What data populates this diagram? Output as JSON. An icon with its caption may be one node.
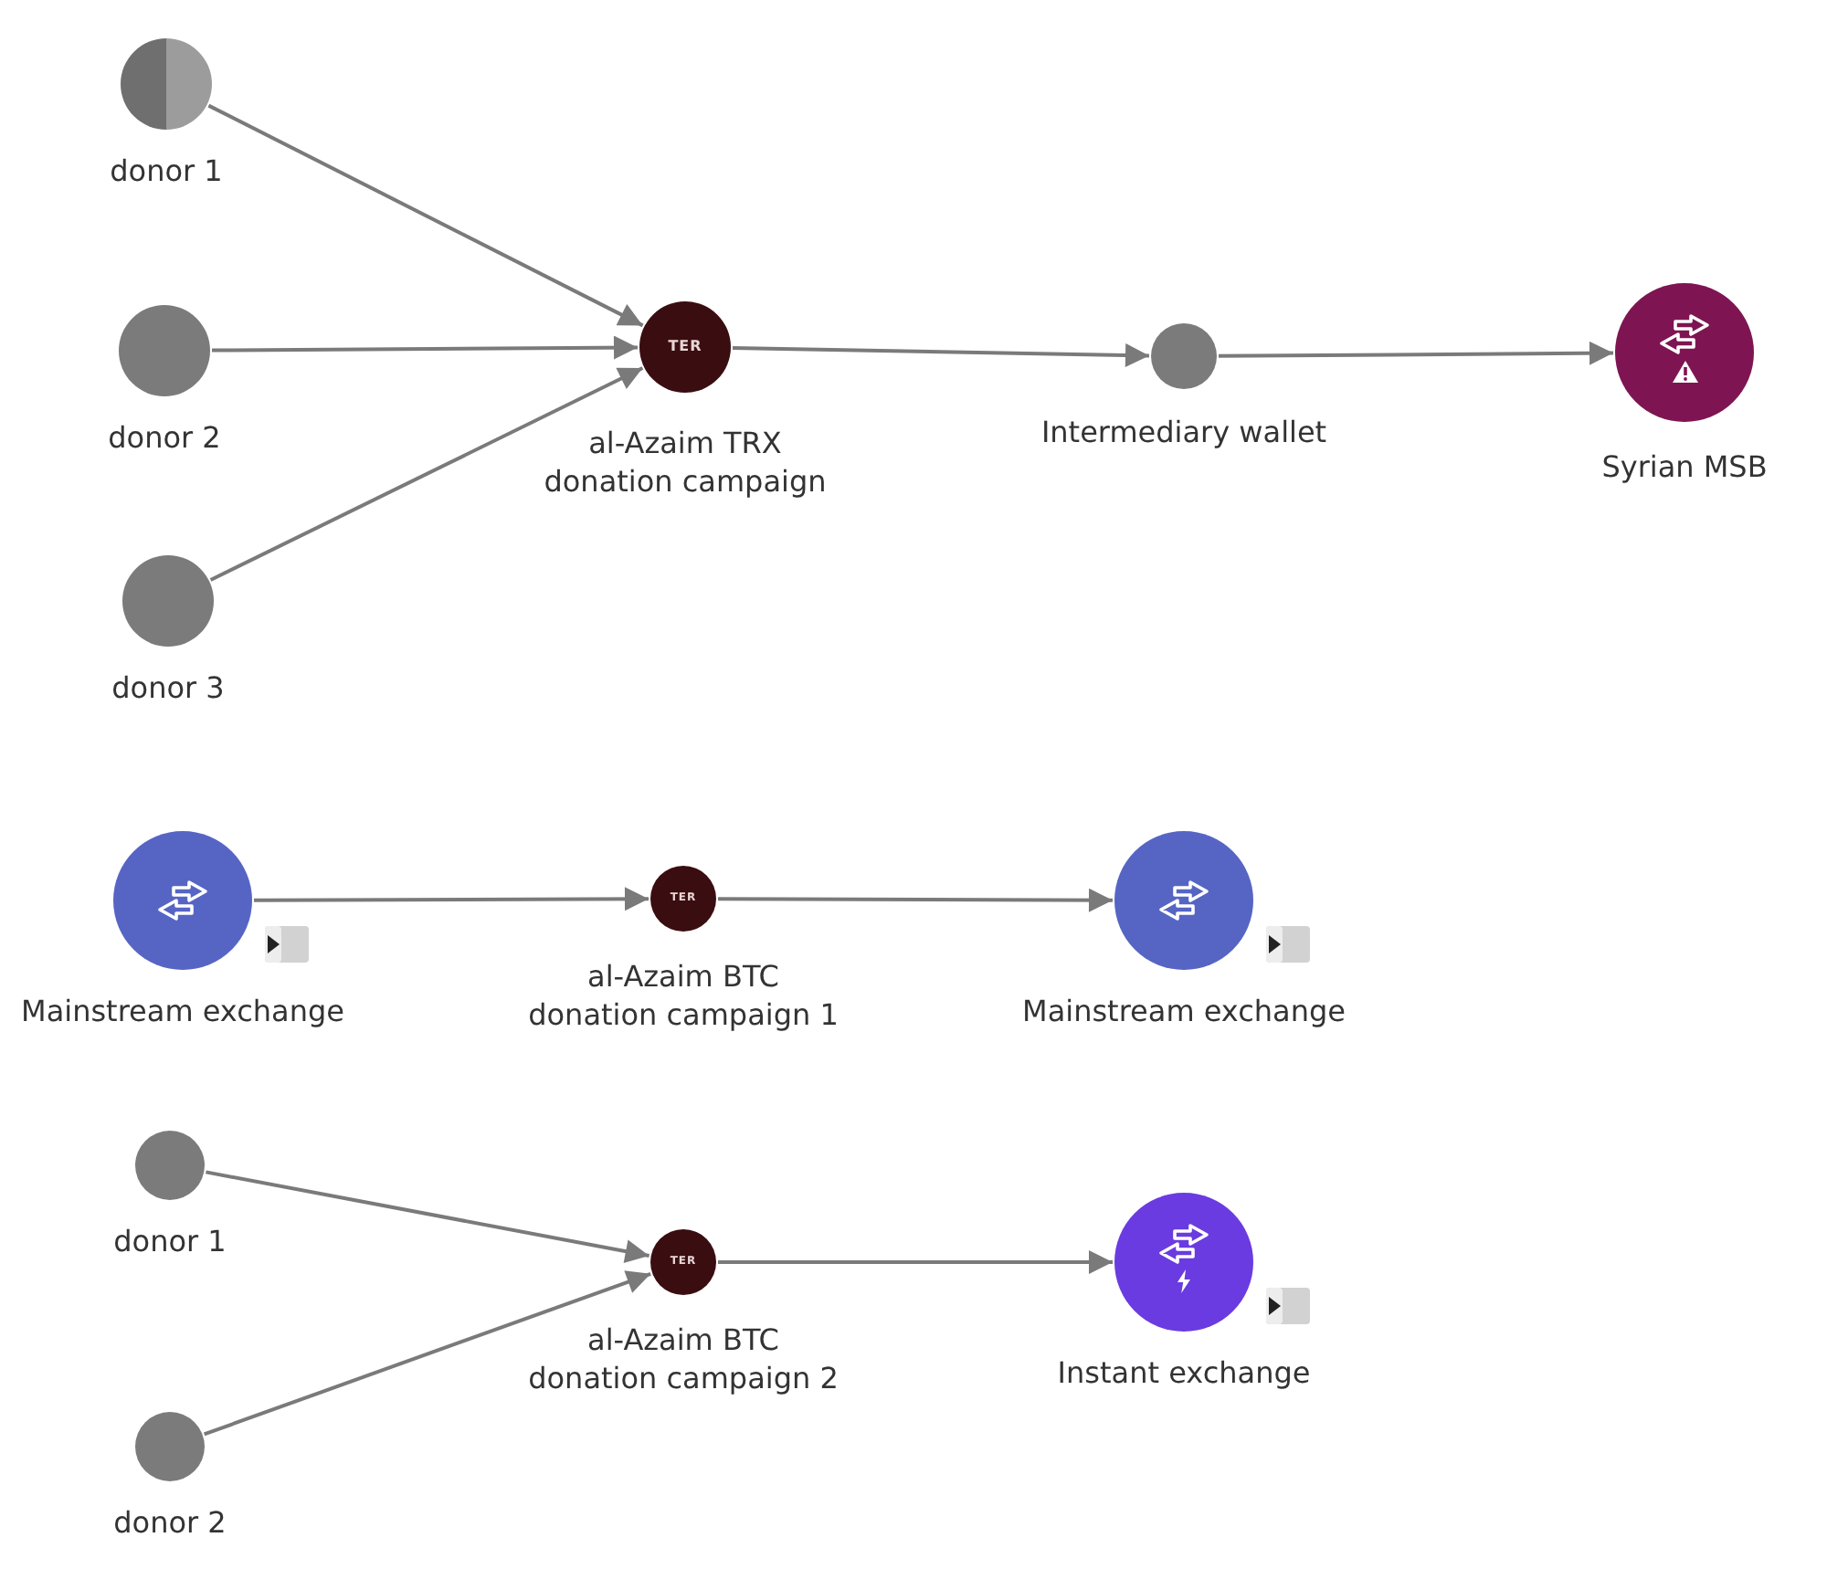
{
  "diagram": {
    "nodes": [
      {
        "text": [
          "donor 1"
        ]
      },
      {
        "text": [
          "donor 2"
        ]
      },
      {
        "text": [
          "donor 3"
        ]
      },
      {
        "text": [
          "TER",
          "al-Azaim TRX donation campaign"
        ]
      },
      {
        "text": [
          "Intermediary wallet"
        ]
      },
      {
        "text": [
          "Syrian MSB"
        ]
      },
      {
        "text": [
          "Mainstream exchange"
        ]
      },
      {
        "text": [
          "TER",
          "al-Azaim BTC donation campaign 1"
        ]
      },
      {
        "text": [
          "Mainstream exchange"
        ]
      },
      {
        "text": [
          "donor 1"
        ]
      },
      {
        "text": [
          "TER",
          "al-Azaim BTC donation campaign 2"
        ]
      },
      {
        "text": [
          "Instant exchange"
        ]
      },
      {
        "text": [
          "donor 2"
        ]
      }
    ],
    "edges": [
      {
        "from": 0,
        "to": 3,
        "arrow": "to"
      },
      {
        "from": 1,
        "to": 3,
        "arrow": "to"
      },
      {
        "from": 2,
        "to": 3,
        "arrow": "to"
      },
      {
        "from": 3,
        "to": 4,
        "arrow": "to"
      },
      {
        "from": 4,
        "to": 5,
        "arrow": "to"
      },
      {
        "from": 6,
        "to": 7,
        "arrow": "to"
      },
      {
        "from": 7,
        "to": 8,
        "arrow": "to"
      },
      {
        "from": 9,
        "to": 10,
        "arrow": "to"
      },
      {
        "from": 12,
        "to": 10,
        "arrow": "to"
      },
      {
        "from": 10,
        "to": 11,
        "arrow": "to"
      }
    ]
  }
}
